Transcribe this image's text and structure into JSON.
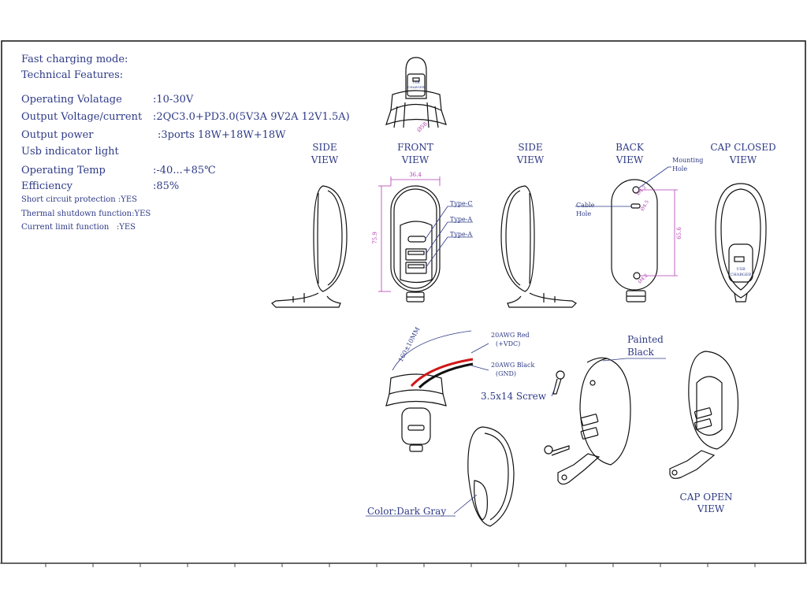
{
  "specs": {
    "fast_charging": "Fast charging mode:",
    "technical_features": "Technical Features:",
    "operating_voltage": {
      "label": "Operating Volatage",
      "value": ":10-30V"
    },
    "output_vc": {
      "label": "Output Voltage/current",
      "value": ":2QC3.0+PD3.0(5V3A 9V2A 12V1.5A)"
    },
    "output_power": {
      "label": "Output power",
      "value": ":3ports 18W+18W+18W"
    },
    "usb_indicator": "Usb indicator light",
    "operating_temp": {
      "label": "Operating Temp",
      "value": ":-40...+85℃"
    },
    "efficiency": {
      "label": "Efficiency",
      "value": ":85%"
    },
    "short_circuit": "Short circuit protection :YES",
    "thermal_shutdown": "Thermal shutdown function:YES",
    "current_limit": "Current limit function   :YES"
  },
  "views": {
    "side_view_left": {
      "line1": "SIDE",
      "line2": "VIEW"
    },
    "front_view": {
      "line1": "FRONT",
      "line2": "VIEW"
    },
    "side_view_right": {
      "line1": "SIDE",
      "line2": "VIEW"
    },
    "back_view": {
      "line1": "BACK",
      "line2": "VIEW"
    },
    "cap_closed": {
      "line1": "CAP CLOSED",
      "line2": "VIEW"
    },
    "cap_open": {
      "line1": "CAP OPEN",
      "line2": "VIEW"
    }
  },
  "callouts": {
    "type_c": "Type-C",
    "type_a_1": "Type-A",
    "type_a_2": "Type-A",
    "mounting_hole": {
      "line1": "Mounting",
      "line2": "Hole"
    },
    "cable_hole": {
      "line1": "Cable",
      "line2": "Hole"
    },
    "red_wire": {
      "line1": "20AWG Red",
      "line2": "(+VDC)"
    },
    "black_wire": {
      "line1": "20AWG Black",
      "line2": "(GND)"
    },
    "wire_length": "160±10MM",
    "screw": "3.5x14 Screw",
    "painted_black": {
      "line1": "Painted",
      "line2": "Black"
    },
    "color": "Color:Dark Gray",
    "usb_charger_text": {
      "line1": "USB",
      "line2": "CHARGER"
    }
  },
  "dimensions": {
    "width": "36.4",
    "height": "75.9",
    "hole_spacing": "65.6",
    "hole_dia_top": "Ø4.2",
    "hole_dia_bottom": "Ø4.2",
    "slot": "Ø4.5",
    "top_angle": "Ø58"
  },
  "colors": {
    "ink": "#2e3a86",
    "line": "#1a1a1a",
    "dimension": "#b03cb0",
    "red_wire": "#d01818",
    "black_wire": "#111111"
  }
}
